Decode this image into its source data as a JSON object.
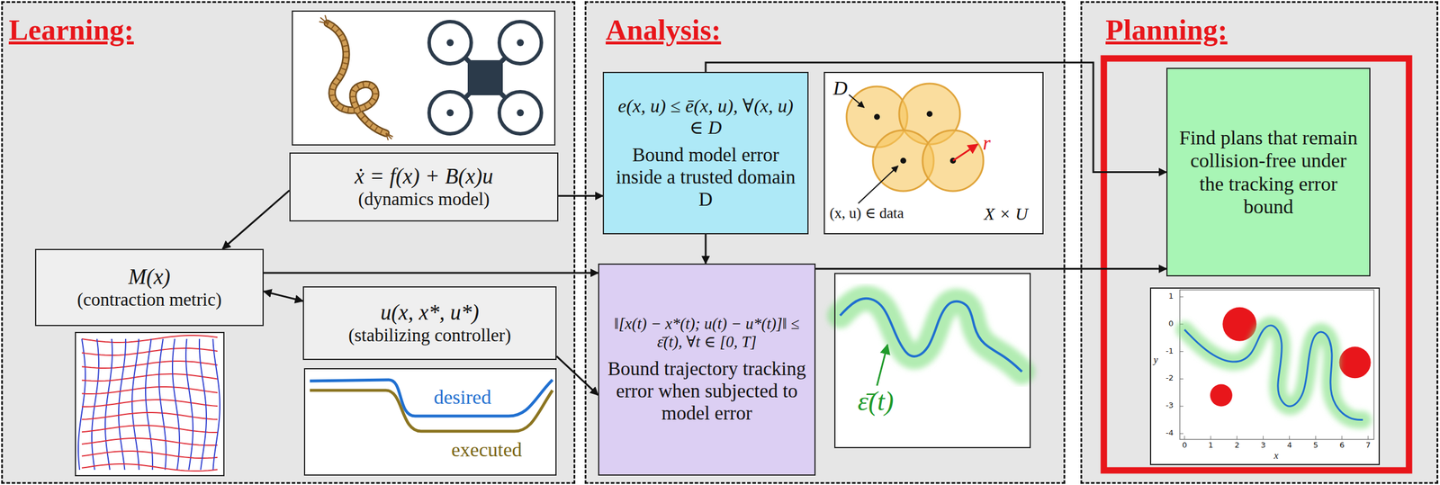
{
  "diagram": {
    "nodes": [
      {
        "text": [
          "Learning:"
        ]
      },
      {
        "text": [
          "ẋ = f(x) + B(x)u",
          "(dynamics model)"
        ],
        "in": 0
      },
      {
        "text": [
          "M(x)",
          "(contraction metric)"
        ],
        "in": 0
      },
      {
        "text": [
          "u(x, x*, u*)",
          "(stabilizing controller)"
        ],
        "in": 0
      },
      {
        "text": [
          "desired",
          "executed"
        ],
        "in": 0
      },
      {
        "text": [
          "Analysis:"
        ]
      },
      {
        "text": [
          "e(x, u) ≤ ē(x, u), ∀(x, u) ∈ D",
          "Bound model error inside a trusted domain D"
        ],
        "in": 5
      },
      {
        "text": [
          "D",
          "r",
          "(x, u) ∈ data",
          "X × U"
        ],
        "in": 5
      },
      {
        "text": [
          "‖[x(t) − x*(t); u(t) − u*(t)]‖ ≤ ε̄(t), ∀t ∈ [0, T]",
          "Bound trajectory tracking error when subjected to model error"
        ],
        "in": 5
      },
      {
        "text": [
          "ε̄(t)"
        ],
        "in": 5
      },
      {
        "text": [
          "Planning:"
        ]
      },
      {
        "text": [
          "Find plans that remain collision-free under the tracking error bound"
        ],
        "in": 10
      },
      {
        "text": [
          "x",
          "y",
          "0",
          "1",
          "2",
          "3",
          "4",
          "5",
          "6",
          "7",
          "1",
          "0",
          "-1",
          "-2",
          "-3",
          "-4"
        ],
        "in": 10
      }
    ],
    "edges": [
      {
        "from": 1,
        "to": 2,
        "arrow": "to"
      },
      {
        "from": 1,
        "to": 6,
        "arrow": "to"
      },
      {
        "from": 2,
        "to": 3,
        "arrow": "both"
      },
      {
        "from": 2,
        "to": 8,
        "arrow": "to"
      },
      {
        "from": 3,
        "to": 8,
        "arrow": "to"
      },
      {
        "from": 6,
        "to": 8,
        "arrow": "to"
      },
      {
        "from": 6,
        "to": 11,
        "arrow": "to"
      },
      {
        "from": 8,
        "to": 11,
        "arrow": "to"
      }
    ]
  }
}
